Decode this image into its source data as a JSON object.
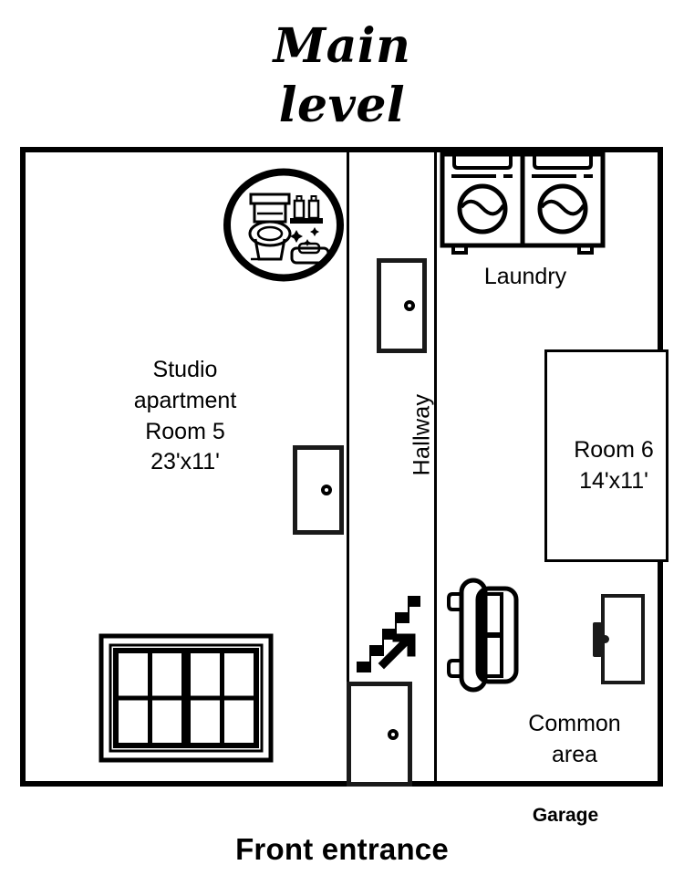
{
  "title": {
    "line1": "Main",
    "line2": "level"
  },
  "plan": {
    "rooms": [
      {
        "id": "studio",
        "label": "Studio\napartment\nRoom 5\n23'x11'",
        "name": "Studio apartment",
        "room_number": "Room 5",
        "dimensions": "23'x11'"
      },
      {
        "id": "room6",
        "label": "Room 6\n14'x11'",
        "name": "Room 6",
        "room_number": "Room 6",
        "dimensions": "14'x11'"
      },
      {
        "id": "common",
        "label": "Common\narea",
        "name": "Common area",
        "dimensions": ""
      }
    ],
    "hallway_label": "Hallway",
    "laundry_label": "Laundry",
    "garage_label": "Garage",
    "front_entrance_label": "Front entrance"
  },
  "icons": {
    "bathroom": "bathroom-icon",
    "laundry": "washer-dryer-icon",
    "window": "window-icon",
    "stairs": "stairs-up-icon",
    "sofa": "sofa-icon",
    "door_top": "door-icon",
    "door_middle": "door-icon",
    "door_bottom": "door-icon",
    "door_right": "door-handle-icon"
  },
  "colors": {
    "wall": "#000000",
    "background": "#ffffff",
    "text": "#000000",
    "line": "#1a1a1a"
  }
}
